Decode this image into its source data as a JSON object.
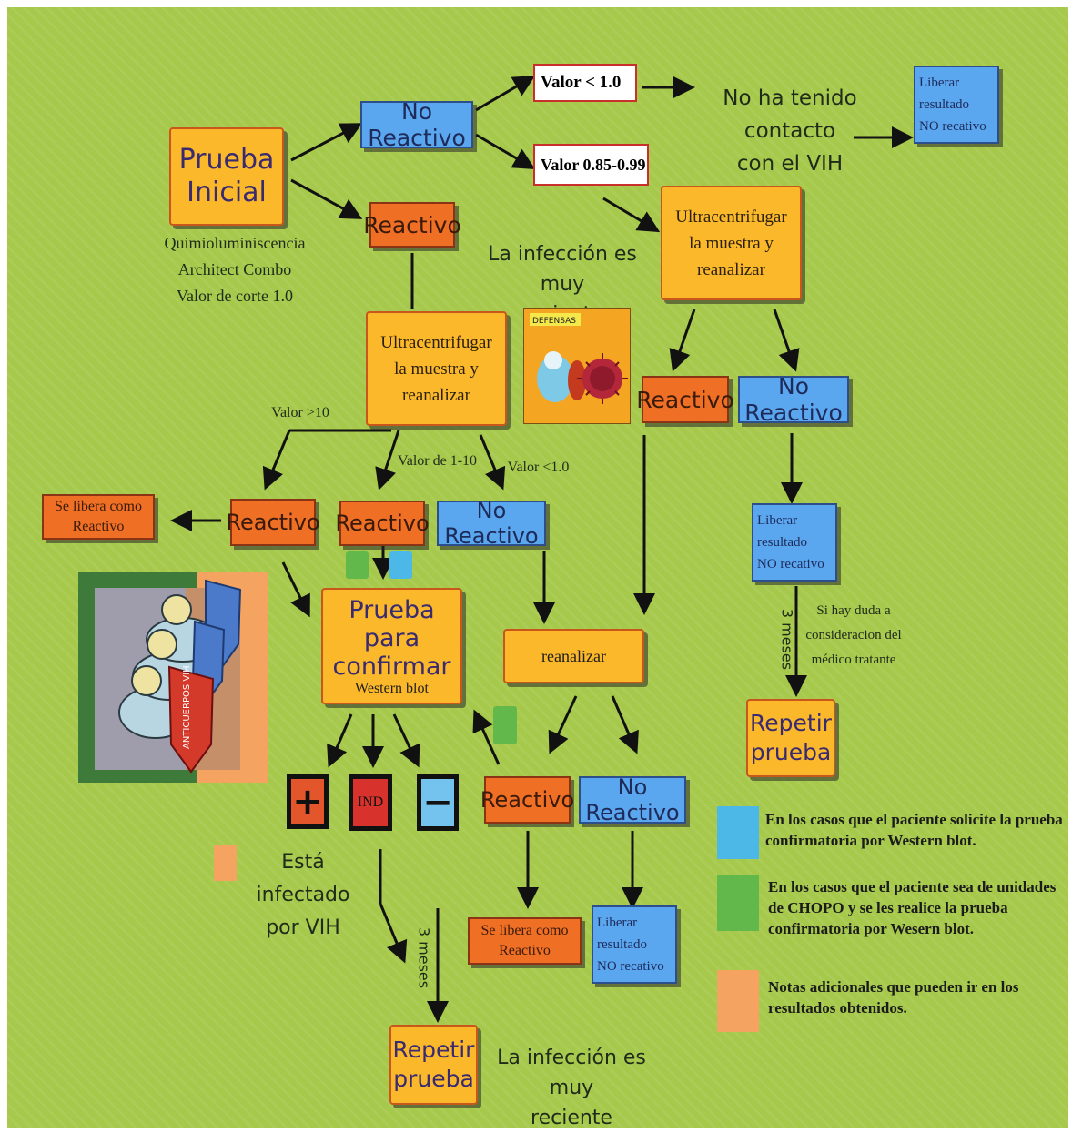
{
  "start": {
    "title": "Prueba Inicial",
    "method_line1": "Quimioluminiscencia",
    "method_line2": "Architect Combo",
    "method_line3": "Valor de corte 1.0"
  },
  "top_branch": {
    "no_reactivo": "No Reactivo",
    "valor_lt_1": "Valor < 1.0",
    "valor_range": "Valor 0.85-0.99",
    "no_contacto_line1": "No ha tenido contacto",
    "no_contacto_line2": "con el VIH",
    "liberar_line1": "Liberar",
    "liberar_line2": "resultado",
    "liberar_line3": "NO recativo"
  },
  "right_branch": {
    "ultra_line1": "Ultracentrifugar",
    "ultra_line2": "la muestra y",
    "ultra_line3": "reanalizar",
    "reactivo": "Reactivo",
    "no_reactivo": "No Reactivo",
    "liberar_line1": "Liberar",
    "liberar_line2": "resultado",
    "liberar_line3": "NO recativo",
    "duda_line1": "Si hay duda a",
    "duda_line2": "consideracion del",
    "duda_line3": "médico tratante",
    "meses": "3 meses",
    "repetir_line1": "Repetir",
    "repetir_line2": "prueba"
  },
  "middle_branch": {
    "reactivo": "Reactivo",
    "infeccion_line1": "La infección es muy",
    "infeccion_line2": "reciente",
    "ultra_line1": "Ultracentrifugar",
    "ultra_line2": "la muestra y",
    "ultra_line3": "reanalizar",
    "valor_gt_10": "Valor >10",
    "valor_1_10": "Valor de 1-10",
    "valor_lt_1": "Valor <1.0",
    "se_libera_line1": "Se libera como",
    "se_libera_line2": "Reactivo",
    "reactivo_a": "Reactivo",
    "reactivo_b": "Reactivo",
    "no_reactivo": "No Reactivo",
    "confirmar_line1": "Prueba para",
    "confirmar_line2": "confirmar",
    "confirmar_sub": "Western blot",
    "reanalizar": "reanalizar"
  },
  "bottom_branch": {
    "plus": "+",
    "ind": "IND",
    "minus": "−",
    "infectado_line1": "Está infectado",
    "infectado_line2": "por VIH",
    "meses": "3 meses",
    "repetir_line1": "Repetir",
    "repetir_line2": "prueba",
    "reciente_line1": "La infección es muy",
    "reciente_line2": "reciente",
    "reactivo": "Reactivo",
    "no_reactivo": "No Reactivo",
    "se_libera_line1": "Se libera como",
    "se_libera_line2": "Reactivo",
    "liberar_line1": "Liberar",
    "liberar_line2": "resultado",
    "liberar_line3": "NO recativo"
  },
  "images": {
    "defensas_label": "DEFENSAS",
    "shield1": "ANTICUERPOS VIH"
  },
  "legend": {
    "blue_line1": "En los casos que el paciente solicite la prueba",
    "blue_line2": "confirmatoria por Western blot.",
    "green_line1": "En los casos que el paciente sea de unidades",
    "green_line2": "de CHOPO y se les realice la prueba",
    "green_line3": "confirmatoria por Wesern blot.",
    "orange_line1": "Notas adicionales que pueden ir en los",
    "orange_line2": "resultados obtenidos."
  },
  "colors": {
    "background": "#a6c94b",
    "gold": "#fbb82a",
    "orange": "#ef6f24",
    "blue": "#5aa7ef",
    "red": "#d8322d"
  }
}
